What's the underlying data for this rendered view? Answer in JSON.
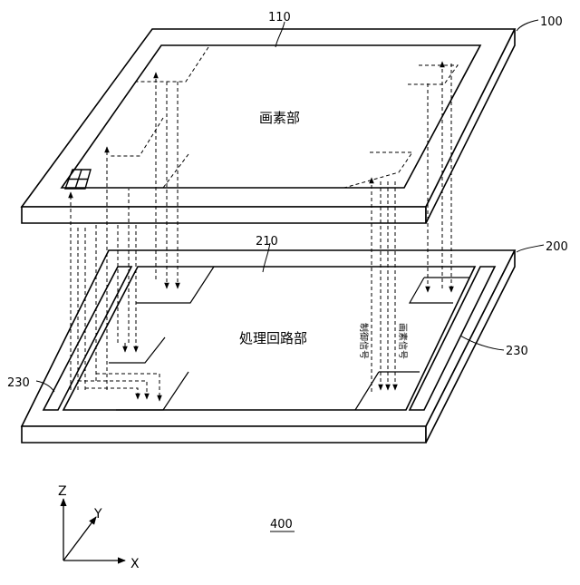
{
  "labels": {
    "sensor_id": "100",
    "pixel_area_id": "110",
    "circuit_chip_id": "200",
    "circuit_area_id": "210",
    "io_area_left_id": "230",
    "io_area_right_id": "230",
    "figure_id": "400"
  },
  "text": {
    "pixel_area": "画素部",
    "circuit_area": "処理回路部",
    "control_signal": "制御信号",
    "pixel_signal": "画素信号"
  },
  "axes": {
    "z": "Z",
    "y": "Y",
    "x": "X"
  }
}
